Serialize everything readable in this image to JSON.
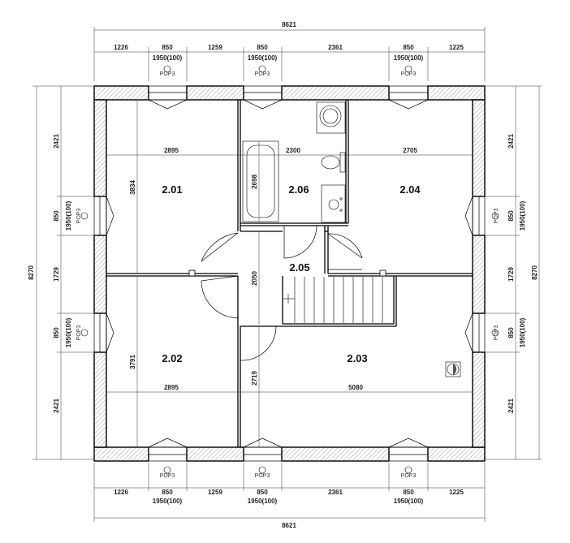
{
  "dimensions": {
    "overall_width": "8621",
    "overall_height": "8270",
    "top_segments": [
      "1226",
      "850",
      "1259",
      "850",
      "2361",
      "850",
      "1225"
    ],
    "bottom_segments": [
      "1226",
      "850",
      "1259",
      "850",
      "2361",
      "850",
      "1225"
    ],
    "window_spec": "1950(100)",
    "side_segments": [
      "2421",
      "850",
      "1729",
      "850",
      "2421"
    ],
    "window_label": "POP3"
  },
  "rooms": [
    {
      "id": "2.01",
      "width_dim": "2895",
      "height_dim": "3834"
    },
    {
      "id": "2.06",
      "width_dim": "2300",
      "height_dim": "2698"
    },
    {
      "id": "2.04",
      "width_dim": "2705"
    },
    {
      "id": "2.05",
      "height_dim": "2050"
    },
    {
      "id": "2.02",
      "width_dim": "2895",
      "height_dim": "3791"
    },
    {
      "id": "2.03",
      "width_dim": "5080",
      "height_dim": "2719"
    }
  ]
}
